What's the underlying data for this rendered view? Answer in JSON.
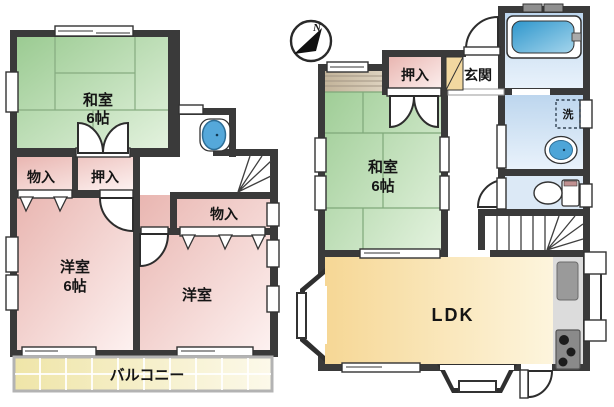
{
  "compass": {
    "north_label": "N"
  },
  "floor_2f": {
    "washitsu": {
      "name": "和室",
      "size": "6帖"
    },
    "storage_left": {
      "name": "物入"
    },
    "closet": {
      "name": "押入"
    },
    "bedroom_main": {
      "name": "洋室",
      "size": "6帖"
    },
    "bedroom_sub": {
      "name": "洋室"
    },
    "storage_right": {
      "name": "物入"
    },
    "balcony": {
      "name": "バルコニー"
    }
  },
  "floor_1f": {
    "closet": {
      "name": "押入"
    },
    "entrance": {
      "name": "玄関"
    },
    "washitsu": {
      "name": "和室",
      "size": "6帖"
    },
    "laundry": {
      "name": "洗"
    },
    "ldk": {
      "name": "LDK"
    }
  },
  "colors": {
    "wall": "#3a3a3a",
    "tatami_green_dark": "#9bcb92",
    "tatami_green_light": "#e3f2de",
    "bedroom_pink_dark": "#e9b6b1",
    "bedroom_pink_light": "#fdf1f0",
    "ldk_cream_dark": "#f6d795",
    "ldk_cream_light": "#fdf5dd",
    "balcony_yellow": "#efe5a8",
    "wet_area_blue_dark": "#bdd6ee",
    "wet_area_blue_light": "#e9f2fb",
    "bathtub_blue": "#2e96cc",
    "fixture_blue": "#55a8da",
    "entrance_tan": "#f2d8a0",
    "kitchen_gray": "#dcdcdc"
  }
}
